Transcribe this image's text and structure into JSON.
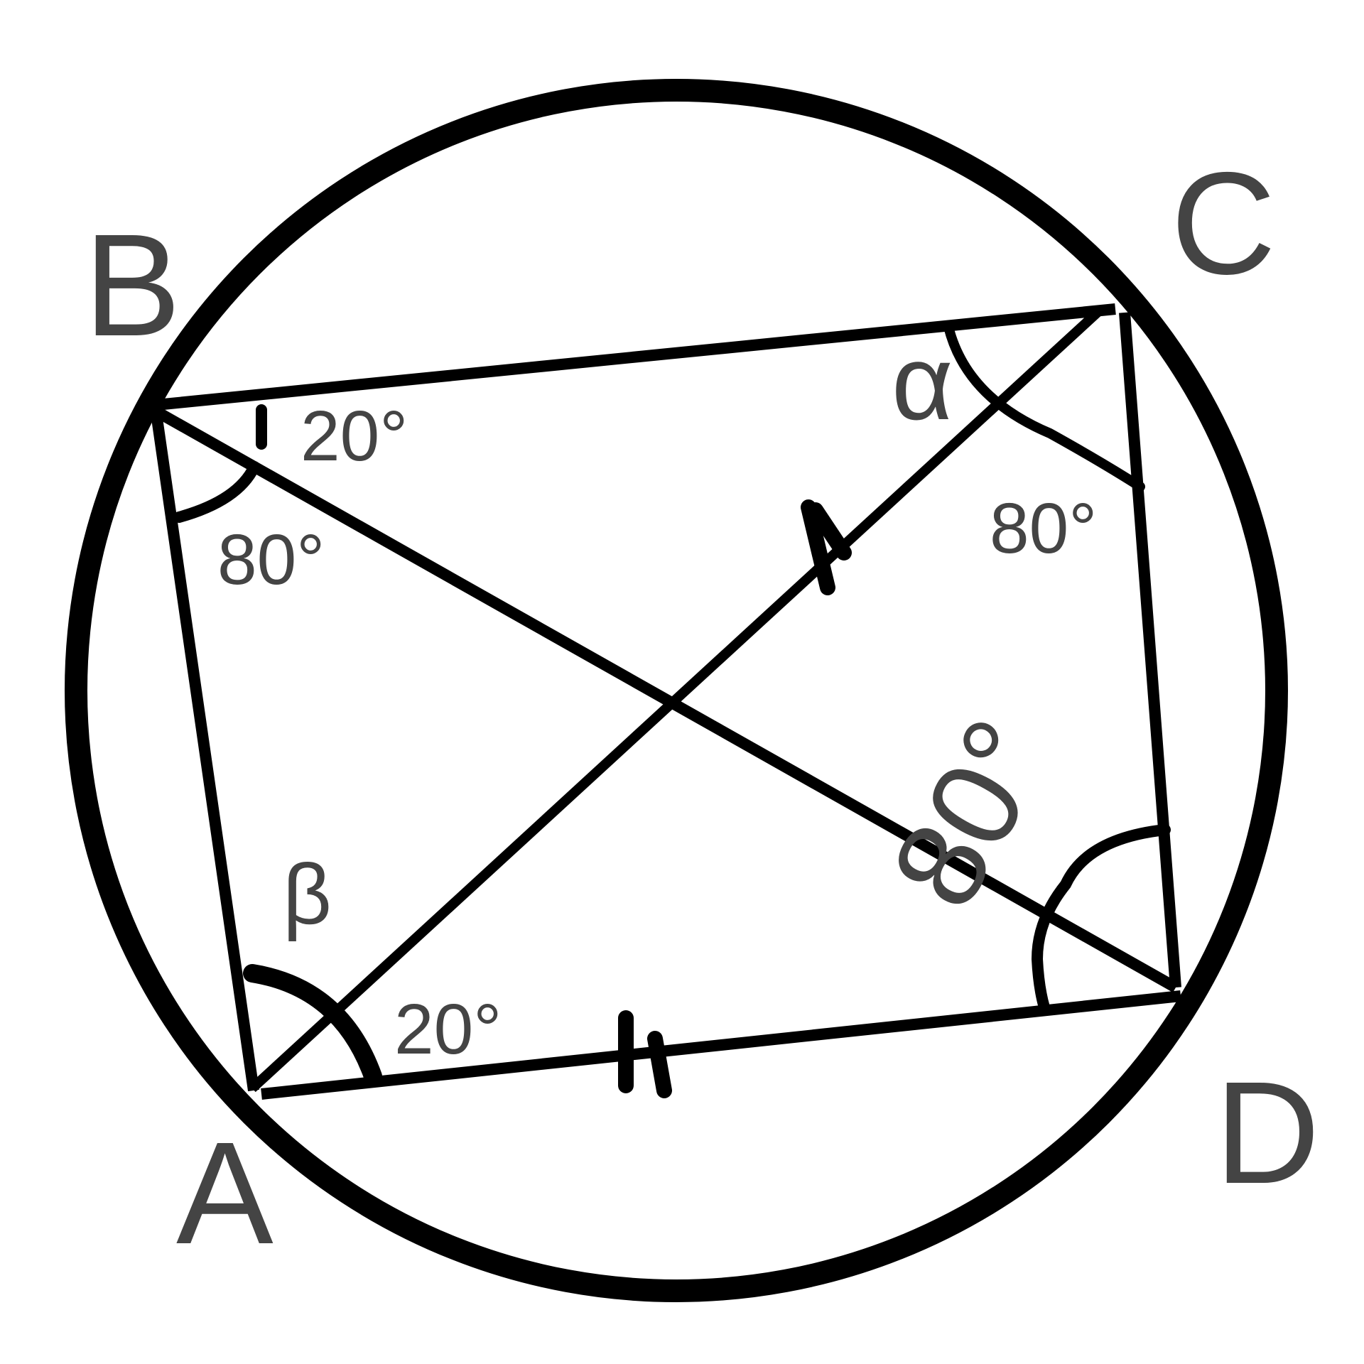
{
  "diagram": {
    "vertices": {
      "a": "A",
      "b": "B",
      "c": "C",
      "d": "D"
    },
    "angles": {
      "b_upper": "20°",
      "b_lower": "80°",
      "c_lower": "80°",
      "a_lower": "20°",
      "d_rotated": "80°",
      "alpha": "α",
      "beta": "β"
    },
    "colors": {
      "stroke": "#000000",
      "text": "#444444",
      "background": "#ffffff"
    }
  }
}
